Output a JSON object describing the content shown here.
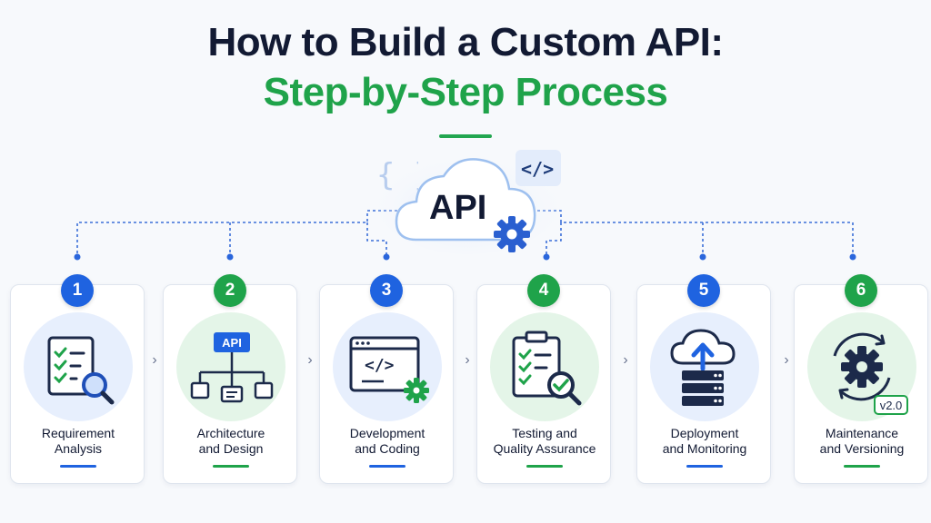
{
  "title": {
    "line1": "How to Build a Custom API:",
    "line2": "Step-by-Step Process"
  },
  "hub": {
    "label": "API",
    "icons": [
      "cloud-icon",
      "curly-braces-icon",
      "code-tag-icon",
      "gear-icon"
    ]
  },
  "colors": {
    "title_dark": "#121a33",
    "accent_green": "#1fa34a",
    "accent_blue": "#1f63e0",
    "tint_blue": "#e7effd",
    "tint_green": "#e4f5e8"
  },
  "steps": [
    {
      "number": "1",
      "line1": "Requirement",
      "line2": "Analysis",
      "color": "blue",
      "icon": "checklist-search-icon"
    },
    {
      "number": "2",
      "line1": "Architecture",
      "line2": "and Design",
      "color": "green",
      "icon": "architecture-diagram-icon",
      "icon_text": "API"
    },
    {
      "number": "3",
      "line1": "Development",
      "line2": "and Coding",
      "color": "blue",
      "icon": "code-window-gear-icon"
    },
    {
      "number": "4",
      "line1": "Testing and",
      "line2": "Quality Assurance",
      "color": "green",
      "icon": "clipboard-check-icon"
    },
    {
      "number": "5",
      "line1": "Deployment",
      "line2": "and Monitoring",
      "color": "blue",
      "icon": "cloud-upload-server-icon"
    },
    {
      "number": "6",
      "line1": "Maintenance",
      "line2": "and Versioning",
      "color": "green",
      "icon": "gear-cycle-icon",
      "icon_text": "v2.0"
    }
  ]
}
